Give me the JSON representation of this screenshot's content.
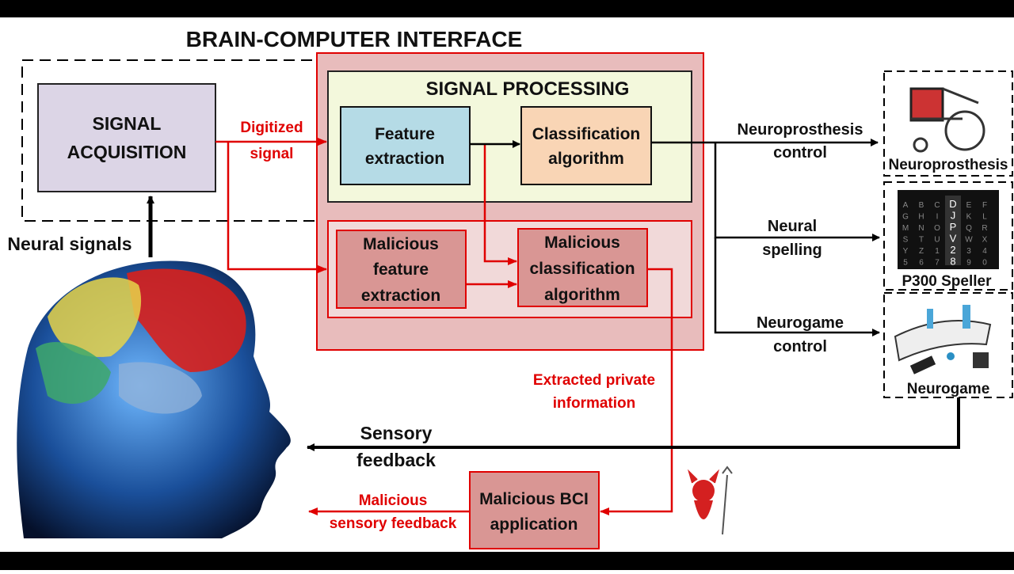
{
  "title": "BRAIN-COMPUTER INTERFACE",
  "acquisition": [
    "SIGNAL",
    "ACQUISITION"
  ],
  "digitized": [
    "Digitized",
    "signal"
  ],
  "processing": {
    "title": "SIGNAL PROCESSING",
    "feature": [
      "Feature",
      "extraction"
    ],
    "classification": [
      "Classification",
      "algorithm"
    ]
  },
  "malicious": {
    "feature": [
      "Malicious",
      "feature",
      "extraction"
    ],
    "classification": [
      "Malicious",
      "classification",
      "algorithm"
    ],
    "extracted": [
      "Extracted private",
      "information"
    ],
    "app": [
      "Malicious BCI",
      "application"
    ],
    "feedback": [
      "Malicious",
      "sensory feedback"
    ]
  },
  "neural_signals": "Neural signals",
  "outputs": [
    {
      "label": [
        "Neuroprosthesis",
        "control"
      ],
      "device": "Neuroprosthesis"
    },
    {
      "label": [
        "Neural",
        "spelling"
      ],
      "device": "P300 Speller"
    },
    {
      "label": [
        "Neurogame",
        "control"
      ],
      "device": "Neurogame"
    }
  ],
  "speller_grid": [
    "A",
    "B",
    "C",
    "D",
    "E",
    "F",
    "G",
    "H",
    "I",
    "J",
    "K",
    "L",
    "M",
    "N",
    "O",
    "P",
    "Q",
    "R",
    "S",
    "T",
    "U",
    "V",
    "W",
    "X",
    "Y",
    "Z",
    "1",
    "2",
    "3",
    "4",
    "5",
    "6",
    "7",
    "8",
    "9",
    "0"
  ],
  "sensory_feedback": [
    "Sensory",
    "feedback"
  ],
  "colors": {
    "red": "#e00000",
    "acquisition": "#dcd5e6",
    "processing_bg": "#f3f8dc",
    "feature": "#b5dbe6",
    "classification": "#f9d5b5",
    "malicious_box": "#d99694",
    "red_region": "#e8bcbc"
  }
}
